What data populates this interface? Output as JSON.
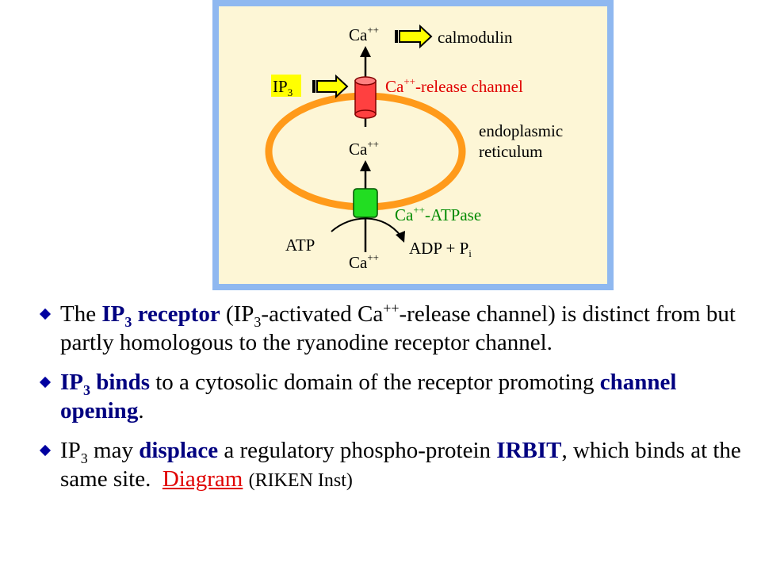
{
  "diagram": {
    "ca_top": "Ca",
    "ca_mid": "Ca",
    "ca_bottom": "Ca",
    "ca_charge": "++",
    "calmodulin": "calmodulin",
    "ip3_main": "IP",
    "ip3_sub": "3",
    "release_channel_prefix": "Ca",
    "release_channel_suffix": "-release channel",
    "er_line1": "endoplasmic",
    "er_line2": "reticulum",
    "atpase_prefix": "Ca",
    "atpase_suffix": "-ATPase",
    "atp": "ATP",
    "adp": "ADP + P",
    "adp_sub": "i",
    "colors": {
      "frame": "#8fb8f0",
      "inner": "#fdf6d6",
      "membrane": "#ff9a1a",
      "channel": "#ff4040",
      "pump": "#22dd22",
      "ip3_box": "#ffff00"
    }
  },
  "bullets": [
    {
      "t1": "The ",
      "b1": "IP",
      "b1sub": "3",
      "b2": " receptor",
      "t2": " (IP",
      "t2sub": "3",
      "t3": "-activated Ca",
      "t3sup": "++",
      "t4": "-release channel) is distinct from but partly homologous to the ryanodine receptor channel."
    },
    {
      "b1": "IP",
      "b1sub": "3",
      "b2": " binds",
      "t1": " to a cytosolic domain of the receptor promoting ",
      "b3": "channel opening",
      "t2": "."
    },
    {
      "t1": "IP",
      "t1sub": "3",
      "t2": " may ",
      "b1": "displace",
      "t3": " a regulatory phospho-protein ",
      "b2": "IRBIT",
      "t4": ", which binds at the same site.  ",
      "link": "Diagram",
      "t5": " ",
      "small": "(RIKEN Inst)"
    }
  ]
}
